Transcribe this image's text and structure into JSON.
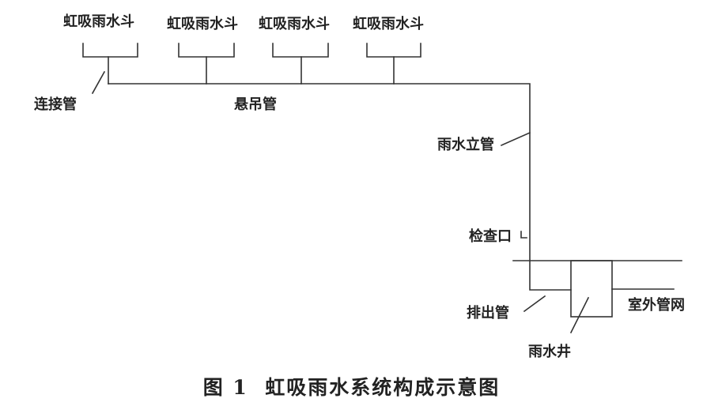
{
  "labels": {
    "drain_1": "虹吸雨水斗",
    "drain_2": "虹吸雨水斗",
    "drain_3": "虹吸雨水斗",
    "drain_4": "虹吸雨水斗",
    "connector_pipe": "连接管",
    "suspended_pipe": "悬吊管",
    "downpipe": "雨水立管",
    "inspection_port": "检查口",
    "discharge_pipe": "排出管",
    "outdoor_network": "室外管网",
    "rain_well": "雨水井"
  },
  "caption": {
    "number": "图 1",
    "title": "虹吸雨水系统构成示意图"
  },
  "colors": {
    "line": "#333333",
    "text": "#222222"
  }
}
